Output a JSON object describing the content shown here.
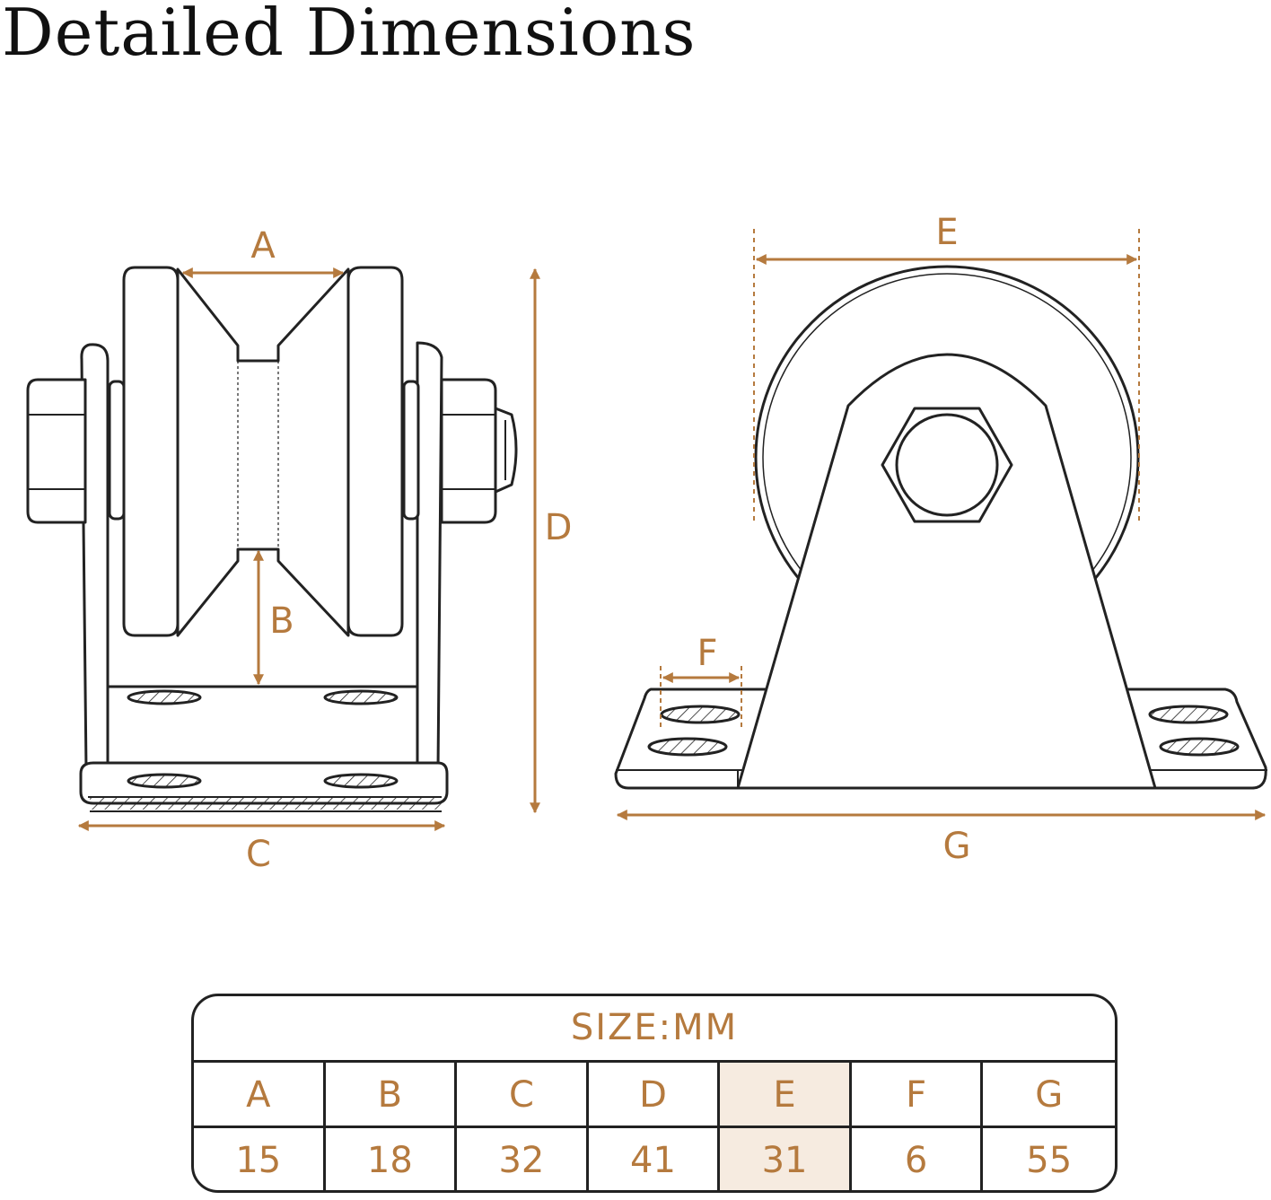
{
  "title": "Detailed Dimensions",
  "accent_color": "#b57a3e",
  "line_color": "#222222",
  "highlight_color": "#f6ebe0",
  "labels": {
    "A": "A",
    "B": "B",
    "C": "C",
    "D": "D",
    "E": "E",
    "F": "F",
    "G": "G"
  },
  "table": {
    "title": "SIZE:MM",
    "headers": [
      "A",
      "B",
      "C",
      "D",
      "E",
      "F",
      "G"
    ],
    "values": [
      "15",
      "18",
      "32",
      "41",
      "31",
      "6",
      "55"
    ],
    "highlight_column": "E"
  }
}
